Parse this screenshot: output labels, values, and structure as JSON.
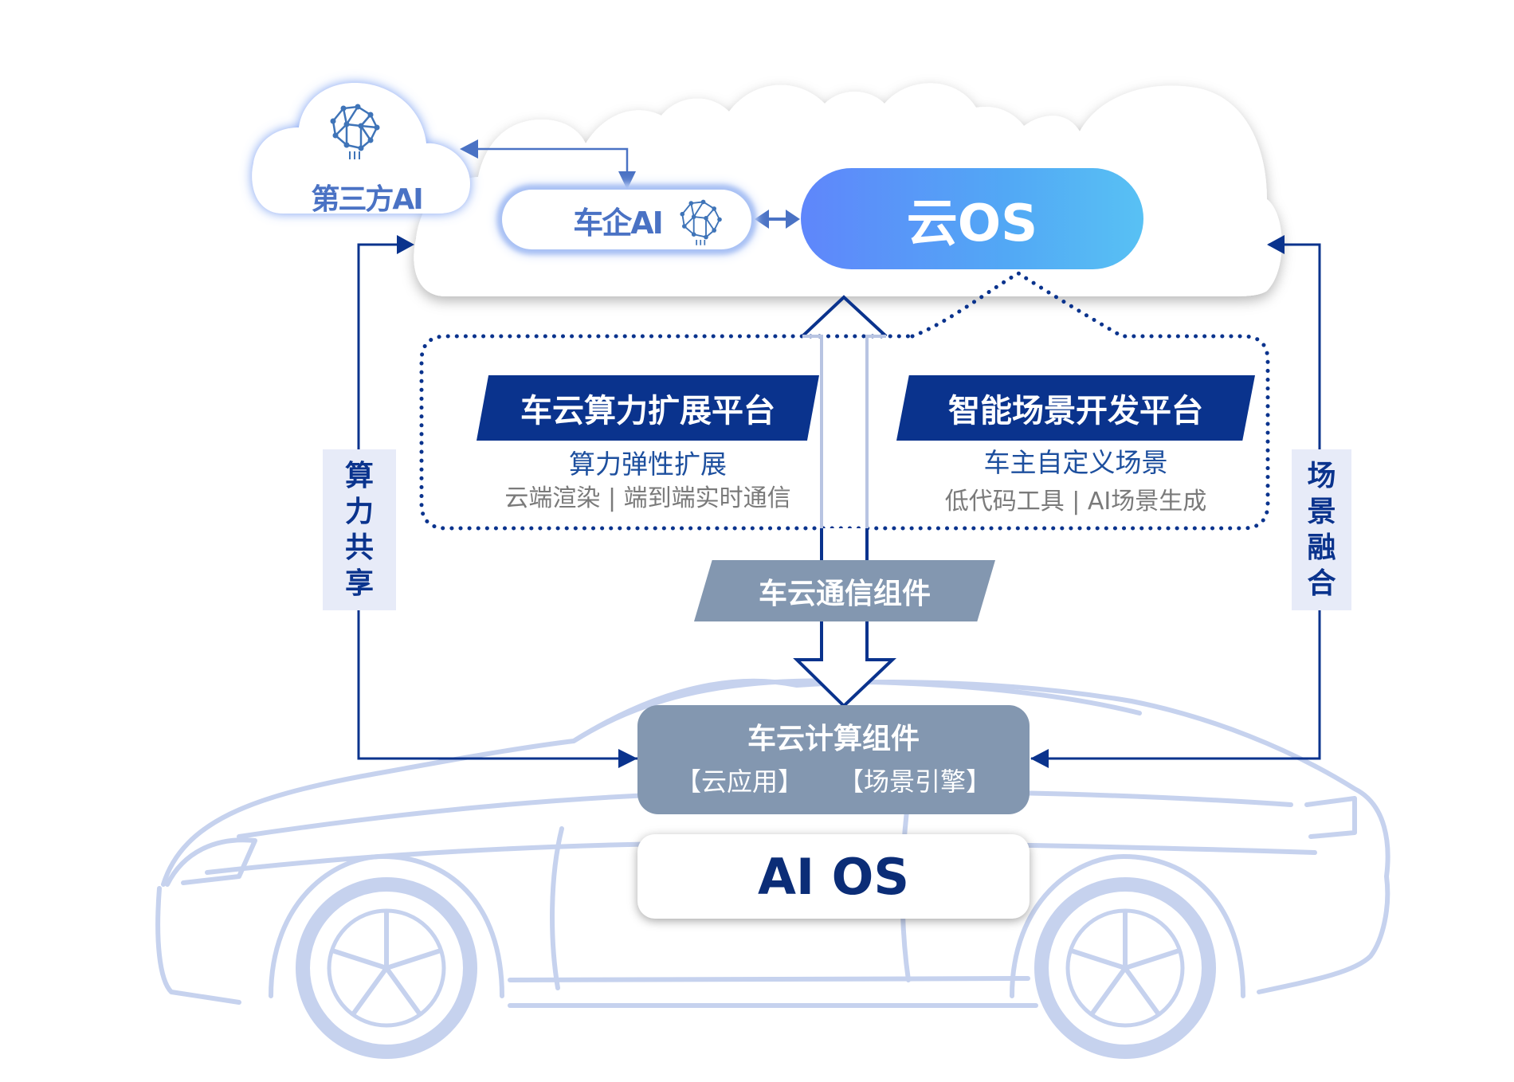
{
  "title": "车云一体化 AI OS 架构",
  "colors": {
    "navy": "#0a338d",
    "accent_blue": "#4a72c4",
    "gradient_start": "#5f86fb",
    "gradient_end": "#58c1f4",
    "slate": "#8397b0",
    "label_bg": "#e7ebf8",
    "car_outline": "#c6d2ee"
  },
  "cloud": {
    "third_party_ai": {
      "label": "第三方AI",
      "icon": "neural-brain-icon"
    },
    "car_maker_ai": {
      "label": "车企AI",
      "icon": "neural-brain-icon"
    },
    "cloud_os": {
      "label": "云OS"
    }
  },
  "platforms": {
    "left": {
      "title": "车云算力扩展平台",
      "subtitle": "算力弹性扩展",
      "features": "云端渲染 | 端到端实时通信"
    },
    "right": {
      "title": "智能场景开发平台",
      "subtitle": "车主自定义场景",
      "features": "低代码工具 | AI场景生成"
    }
  },
  "side_labels": {
    "left": [
      "算",
      "力",
      "共",
      "享"
    ],
    "right": [
      "场",
      "景",
      "融",
      "合"
    ]
  },
  "communication_component": {
    "label": "车云通信组件"
  },
  "compute_component": {
    "title": "车云计算组件",
    "items": [
      "【云应用】",
      "【场景引擎】"
    ]
  },
  "vehicle_os": {
    "label": "AI OS"
  },
  "background": {
    "icon": "car-outline-icon"
  }
}
